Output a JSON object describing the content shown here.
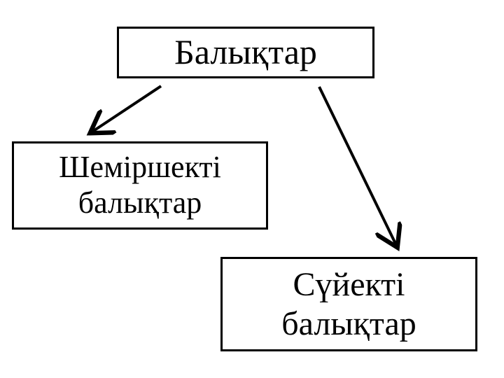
{
  "diagram": {
    "root": {
      "label": "Балықтар"
    },
    "children": [
      {
        "id": "cartilaginous",
        "lines": [
          "Шеміршекті",
          "балықтар"
        ]
      },
      {
        "id": "bony",
        "lines": [
          "Сүйекті",
          "балықтар"
        ]
      }
    ],
    "edges": [
      {
        "from": "root",
        "to": "cartilaginous"
      },
      {
        "from": "root",
        "to": "bony"
      }
    ],
    "colors": {
      "stroke": "#000000",
      "background": "#ffffff",
      "text": "#000000"
    }
  }
}
